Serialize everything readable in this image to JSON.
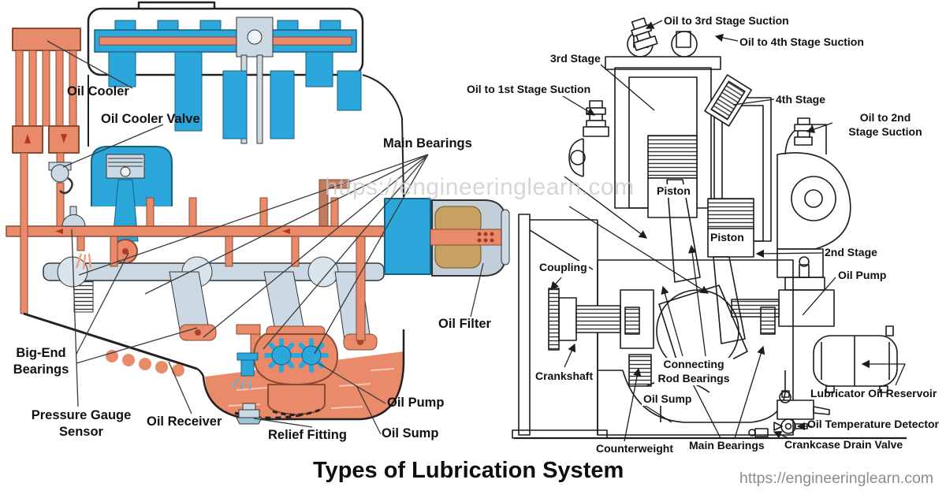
{
  "footer": {
    "title": "Types of Lubrication System",
    "website_url": "https://engineeringlearn.com"
  },
  "watermark_text": "https://engineeringlearn.com",
  "colors": {
    "oil_orange": "#E98B6B",
    "pipe_outline": "#8A4A30",
    "coolant_blue": "#2BA7DB",
    "metal_light": "#CBD9E4",
    "filter_tan": "#C8A062",
    "outline_dark": "#1C1C1C",
    "url_gray": "#8C8C8C"
  },
  "left_diagram": {
    "labels": {
      "oil_cooler": "Oil Cooler",
      "oil_cooler_valve": "Oil Cooler Valve",
      "main_bearings": "Main Bearings",
      "oil_filter": "Oil Filter",
      "big_end_bearings": "Big-End Bearings",
      "pressure_gauge_sensor": "Pressure Gauge Sensor",
      "oil_receiver": "Oil Receiver",
      "relief_fitting": "Relief Fitting",
      "oil_pump": "Oil Pump",
      "oil_sump": "Oil Sump"
    }
  },
  "right_diagram": {
    "labels": {
      "oil_to_3rd_stage_suction": "Oil to 3rd Stage Suction",
      "oil_to_4th_stage_suction": "Oil to 4th Stage Suction",
      "third_stage": "3rd Stage",
      "oil_to_1st_stage_suction": "Oil to 1st Stage Suction",
      "fourth_stage": "4th Stage",
      "oil_to_2nd_stage_suction": "Oil to 2nd Stage Suction",
      "piston_upper": "Piston",
      "piston_lower": "Piston",
      "second_stage": "2nd Stage",
      "oil_pump": "Oil Pump",
      "coupling": "Coupling",
      "crankshaft": "Crankshaft",
      "connecting_rod_bearings": "Connecting Rod Bearings",
      "oil_sump": "Oil Sump",
      "lubricator_oil_reservoir": "Lubricator Oil Reservoir",
      "oil_temperature_detector": "Oil Temperature Detector",
      "crankcase_drain_valve": "Crankcase Drain Valve",
      "counterweight": "Counterweight",
      "main_bearings": "Main Bearings"
    }
  }
}
